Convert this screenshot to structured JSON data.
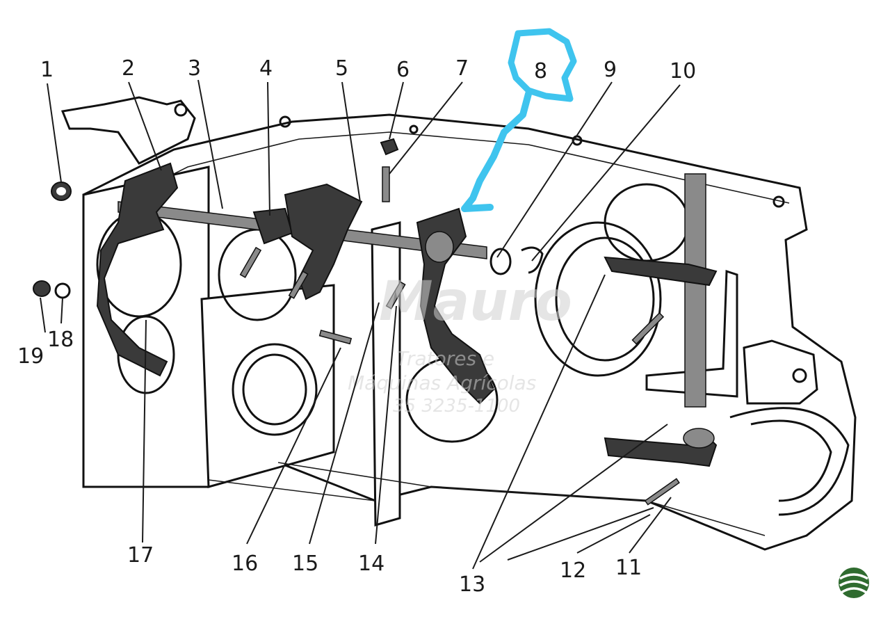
{
  "callouts": [
    "1",
    "2",
    "3",
    "4",
    "5",
    "6",
    "7",
    "8",
    "9",
    "10",
    "11",
    "12",
    "13",
    "14",
    "15",
    "16",
    "17",
    "18",
    "19"
  ],
  "highlight": {
    "label": "8",
    "color": "#3fc4ee"
  },
  "watermark": {
    "line1": "Mauro",
    "line2": "Tratores e",
    "line3": "Máquinas Agrícolas",
    "line4": "35 3235-1100"
  },
  "logo": {
    "icon": "leaf-wave-logo-icon",
    "color": "#2f6b2f"
  }
}
